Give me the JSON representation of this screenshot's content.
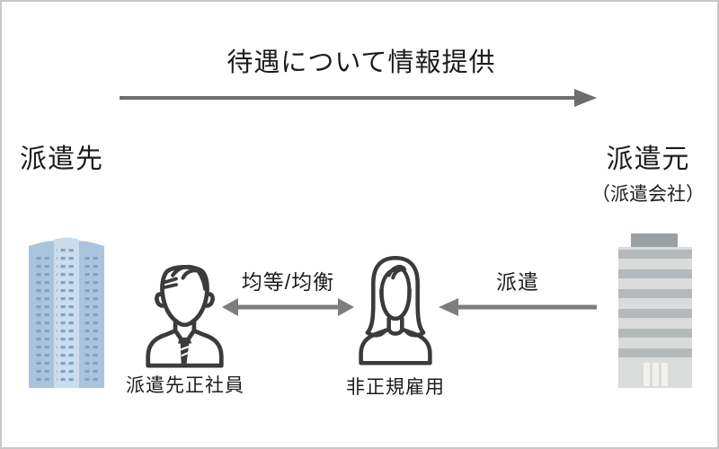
{
  "diagram": {
    "zones": {
      "destination": {
        "label": "派遣先"
      },
      "source": {
        "label": "派遣元",
        "sublabel": "（派遣会社）"
      }
    },
    "actors": {
      "regular_employee": {
        "label": "派遣先正社員"
      },
      "temp_worker": {
        "label": "非正規雇用"
      }
    },
    "arrows": {
      "info": {
        "label": "待遇について情報提供",
        "direction": "left-to-right"
      },
      "equal": {
        "label": "均等/均衡",
        "direction": "both"
      },
      "dispatch": {
        "label": "派遣",
        "direction": "right-to-left"
      }
    },
    "colors": {
      "arrow_dark": "#6d6d6d",
      "arrow_mid": "#7d7d7d",
      "person_outline": "#3b3b3b",
      "text": "#1c1c1c",
      "building_blue_body": "#aac4de",
      "building_blue_center": "#cadcee",
      "building_blue_window": "#7ba4c6",
      "building_gray_body": "#d9dcdb",
      "building_gray_band": "#b4babb",
      "building_gray_roof": "#9aa1a5",
      "building_gray_entrance": "#f2f1ea",
      "canvas_border": "#c9c9c9"
    }
  }
}
